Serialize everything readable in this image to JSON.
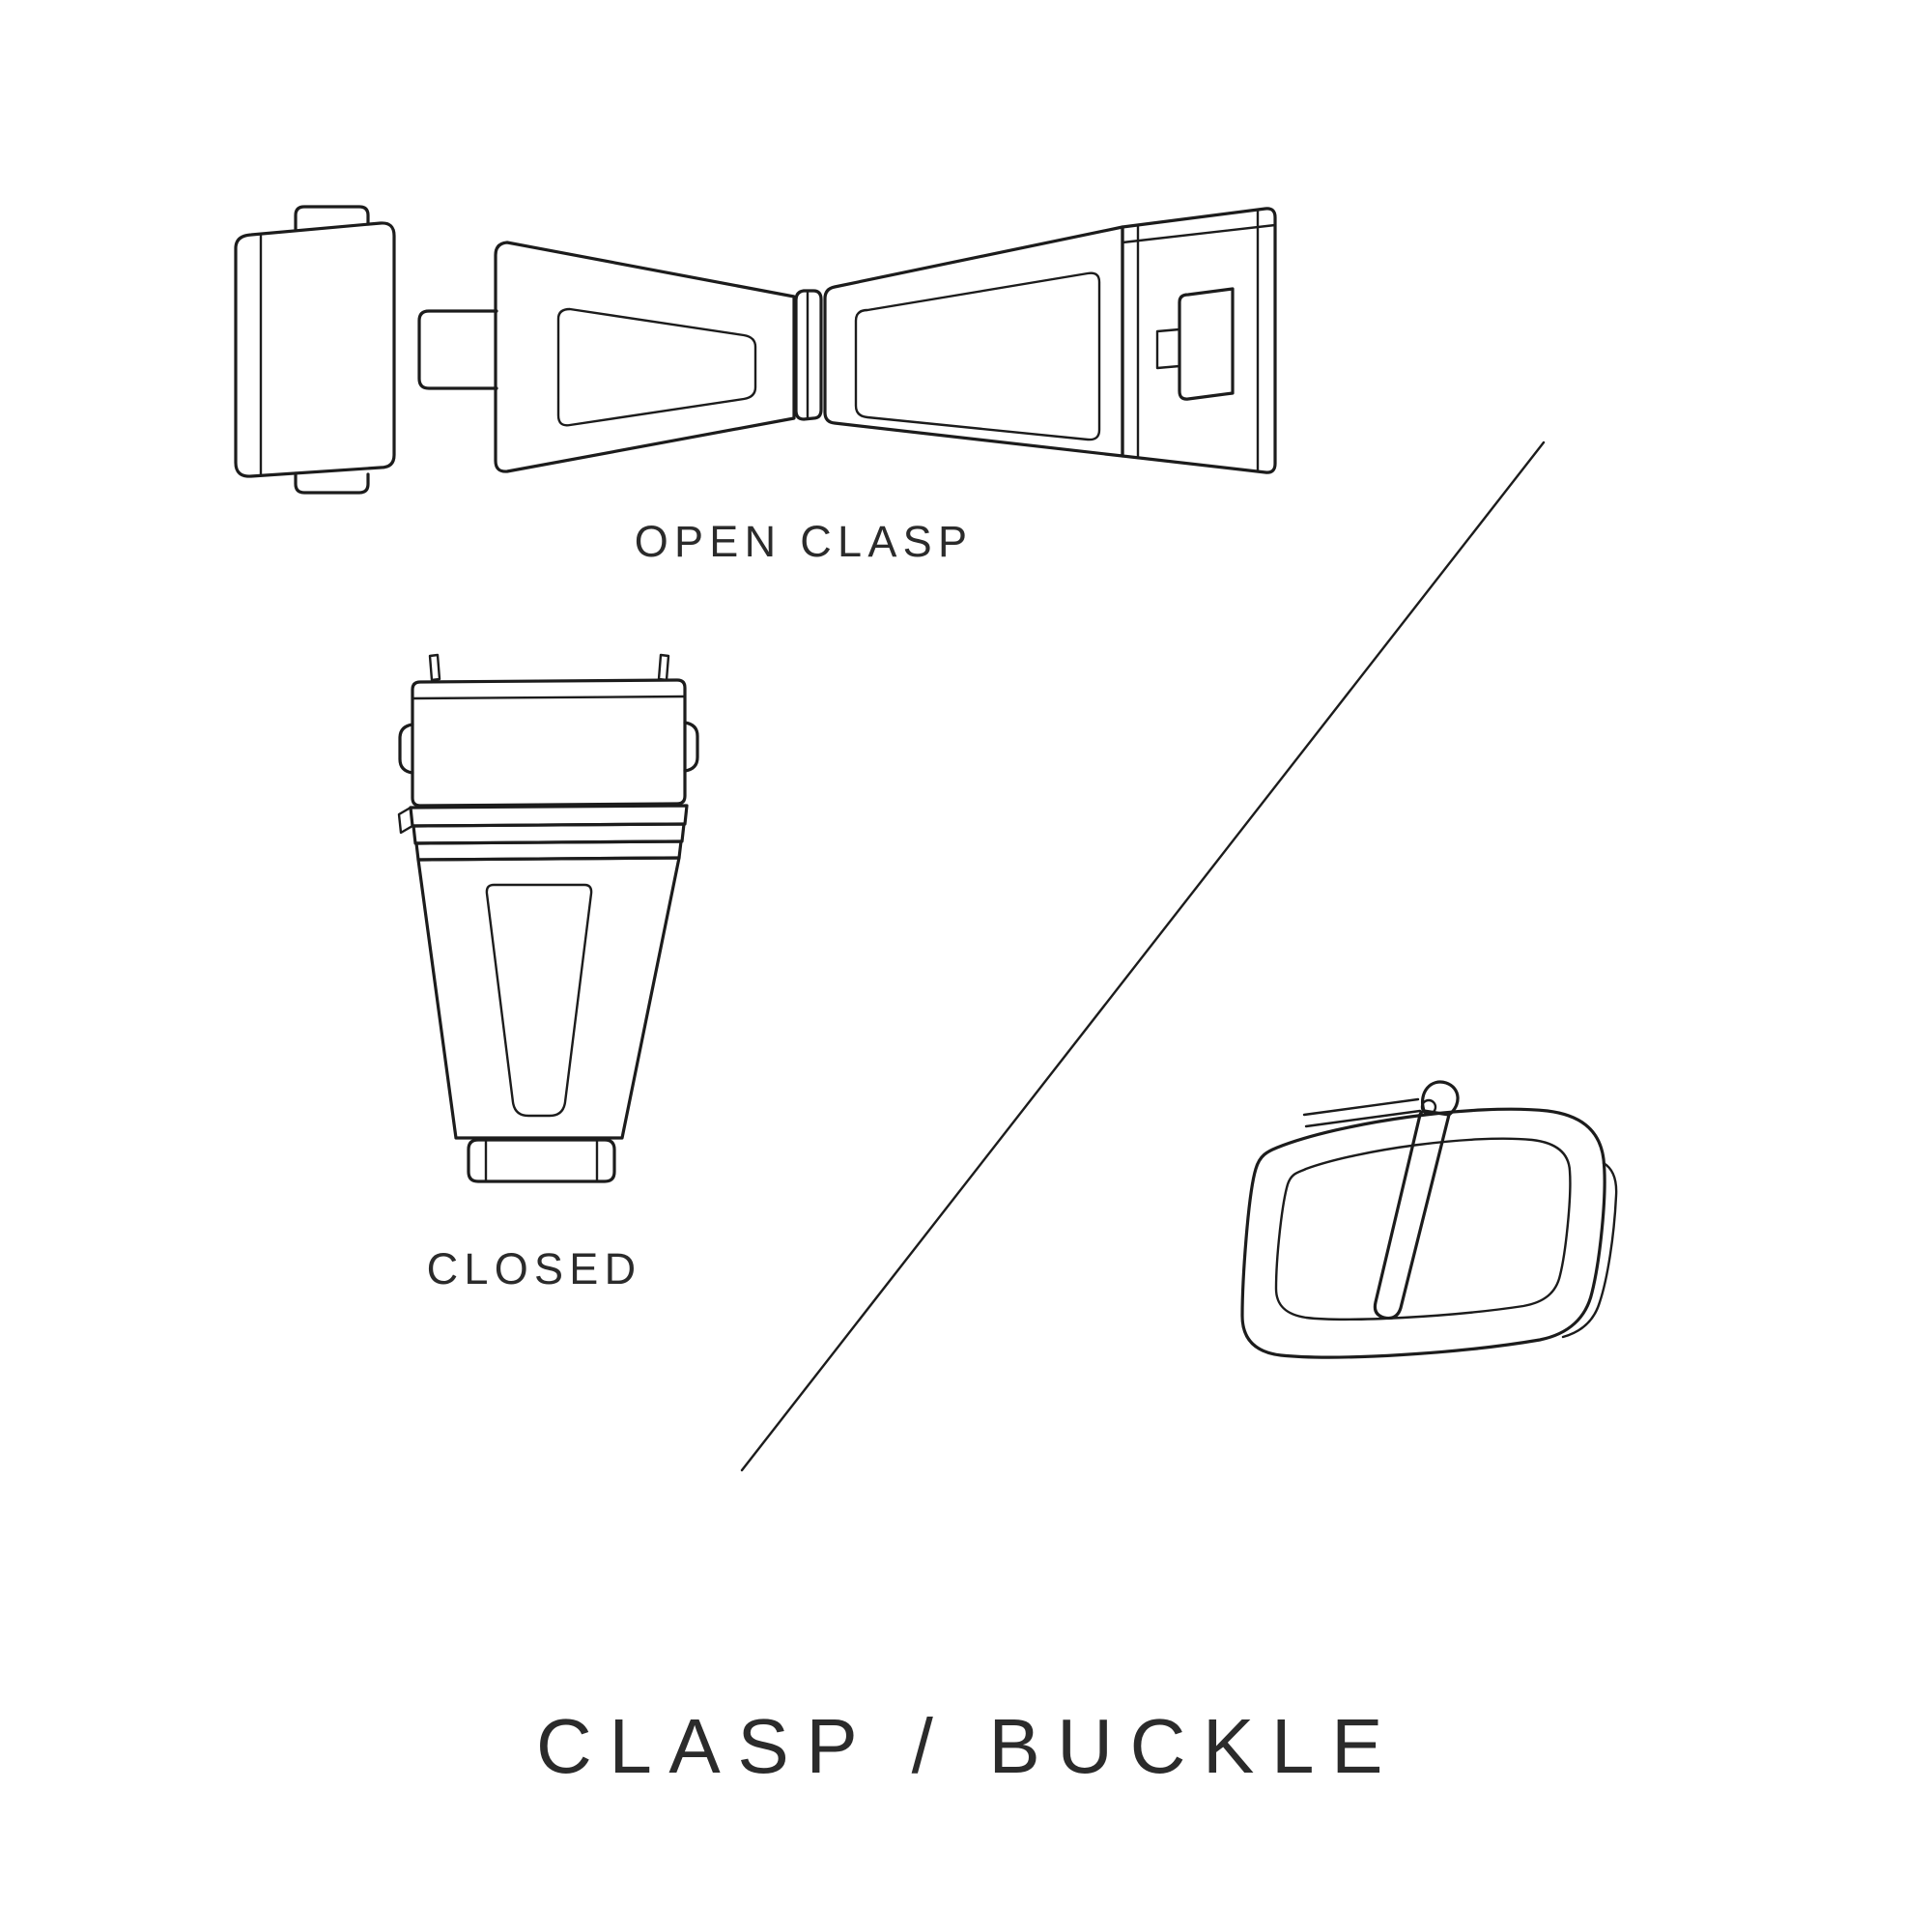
{
  "page": {
    "background": "#ffffff",
    "line_color": "#1c1c1c",
    "text_color": "#2b2b2b"
  },
  "diagram": {
    "title": "CLASP / BUCKLE",
    "labels": {
      "open_clasp": "OPEN CLASP",
      "closed": "CLOSED"
    },
    "illustrations": [
      {
        "id": "open-clasp-illustration"
      },
      {
        "id": "closed-clasp-illustration"
      },
      {
        "id": "tang-buckle-illustration"
      }
    ],
    "divider": {
      "type": "diagonal-line"
    }
  }
}
